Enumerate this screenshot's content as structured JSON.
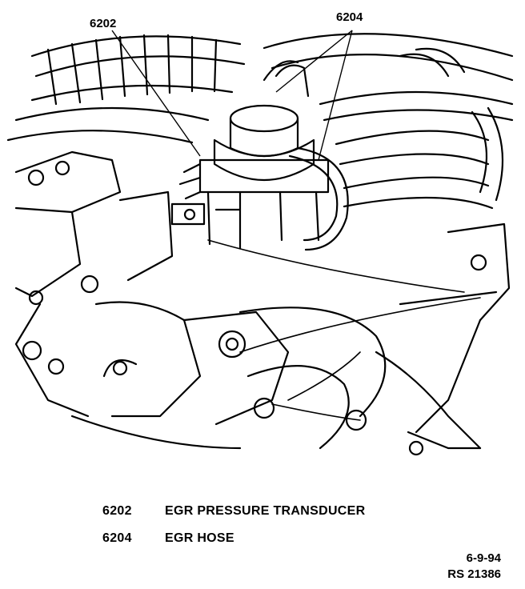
{
  "callouts": [
    {
      "code": "6202"
    },
    {
      "code": "6204"
    }
  ],
  "legend": [
    {
      "code": "6202",
      "description": "EGR PRESSURE TRANSDUCER"
    },
    {
      "code": "6204",
      "description": "EGR HOSE"
    }
  ],
  "footer": {
    "date": "6-9-94",
    "ref": "RS 21386"
  }
}
